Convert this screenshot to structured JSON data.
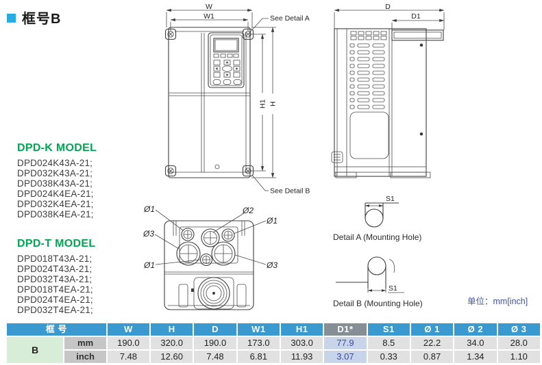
{
  "page": {
    "title": "框号B",
    "unit_label": "单位：mm[inch]"
  },
  "models": {
    "dpdk": {
      "heading": "DPD-K MODEL",
      "items": [
        "DPD024K43A-21;",
        "DPD032K43A-21;",
        "DPD038K43A-21;",
        "DPD024K4EA-21;",
        "DPD032K4EA-21;",
        "DPD038K4EA-21;"
      ]
    },
    "dpdt": {
      "heading": "DPD-T MODEL",
      "items": [
        "DPD018T43A-21;",
        "DPD024T43A-21;",
        "DPD032T43A-21;",
        "DPD018T4EA-21;",
        "DPD024T4EA-21;",
        "DPD032T4EA-21;"
      ]
    }
  },
  "dims": {
    "w": "W",
    "w1": "W1",
    "h": "H",
    "h1": "H1",
    "d": "D",
    "d1": "D1",
    "s1": "S1",
    "phi1": "Ø1",
    "phi2": "Ø2",
    "phi3": "Ø3"
  },
  "annotations": {
    "see_detail_a": "See Detail A",
    "see_detail_b": "See Detail B",
    "detail_a_caption": "Detail A (Mounting Hole)",
    "detail_b_caption": "Detail B (Mounting Hole)"
  },
  "table": {
    "frame_col_header": "框 号",
    "columns": [
      "W",
      "H",
      "D",
      "W1",
      "H1",
      "D1*",
      "S1",
      "Ø 1",
      "Ø 2",
      "Ø 3"
    ],
    "row_label": "B",
    "unit_mm": "mm",
    "unit_inch": "inch",
    "mm_values": [
      "190.0",
      "320.0",
      "190.0",
      "173.0",
      "303.0",
      "77.9",
      "8.5",
      "22.2",
      "34.0",
      "28.0"
    ],
    "inch_values": [
      "7.48",
      "12.60",
      "7.48",
      "6.81",
      "11.93",
      "3.07",
      "0.33",
      "0.87",
      "1.34",
      "1.10"
    ]
  },
  "colors": {
    "accent_cyan": "#29abe2",
    "heading_green": "#00a651",
    "table_header_blue": "#3a99cf",
    "d1_header_gray": "#868e96",
    "d1_cell_bg": "#c8d4ea",
    "d1_text_blue": "#3b4ba8",
    "row_label_bg": "#d8edd8",
    "unit_cell_bg": "#c6c6c6",
    "data_cell_bg": "#e1e1e1",
    "unit_label_blue": "#44549a",
    "drawing_stroke": "#3c3c3c"
  }
}
